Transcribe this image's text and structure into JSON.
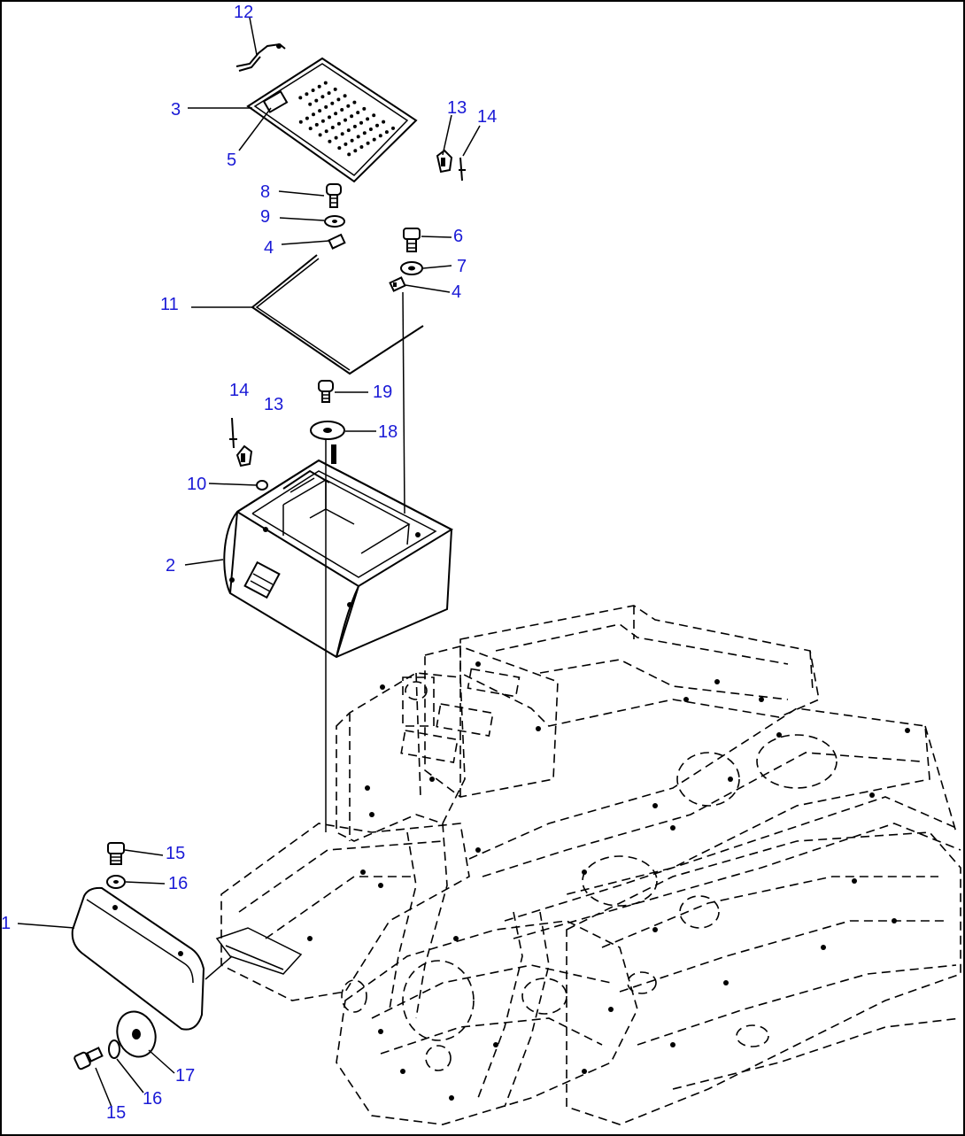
{
  "diagram": {
    "callouts": [
      "12",
      "3",
      "5",
      "13",
      "14",
      "8",
      "9",
      "4",
      "6",
      "7",
      "4",
      "11",
      "19",
      "14",
      "13",
      "18",
      "10",
      "2",
      "15",
      "16",
      "1",
      "17",
      "16",
      "15"
    ]
  }
}
